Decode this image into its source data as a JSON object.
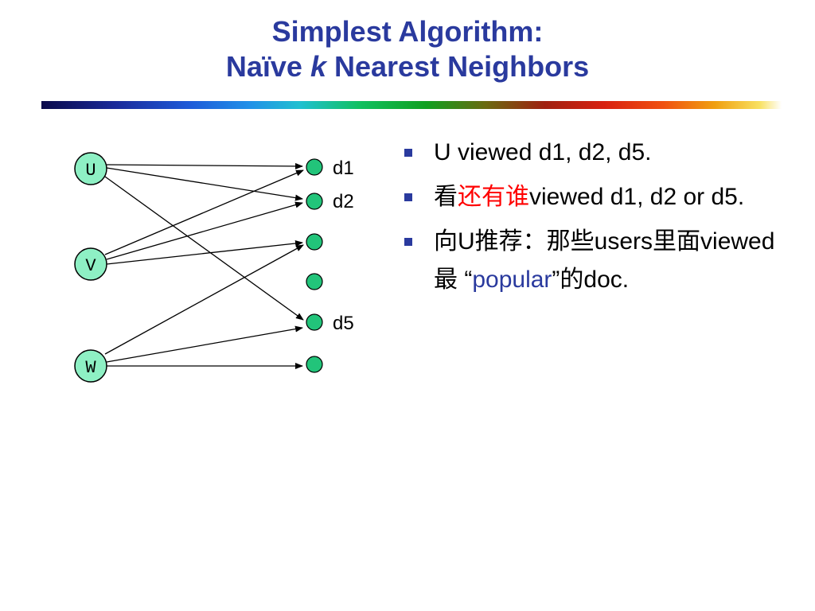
{
  "title": {
    "line1": "Simplest Algorithm:",
    "line2_prefix": "Naïve ",
    "line2_k": "k",
    "line2_suffix": " Nearest Neighbors"
  },
  "graph": {
    "users": [
      "U",
      "V",
      "W"
    ],
    "doc_labels": [
      "d1",
      "d2",
      "d5"
    ],
    "node_color": "#22c47a",
    "user_node_color": "#8ef0c4"
  },
  "bullets": [
    {
      "text": "U viewed d1, d2, d5."
    },
    {
      "pre": "看",
      "red": "还有谁",
      "post": "viewed d1, d2 or d5."
    },
    {
      "pre": "向U推荐：那些users里面viewed最 “",
      "blue": "popular",
      "post": "”的doc."
    }
  ],
  "colors": {
    "title": "#2a3a9e",
    "bullet": "#2a3a9e",
    "highlight_red": "#ff0000"
  }
}
